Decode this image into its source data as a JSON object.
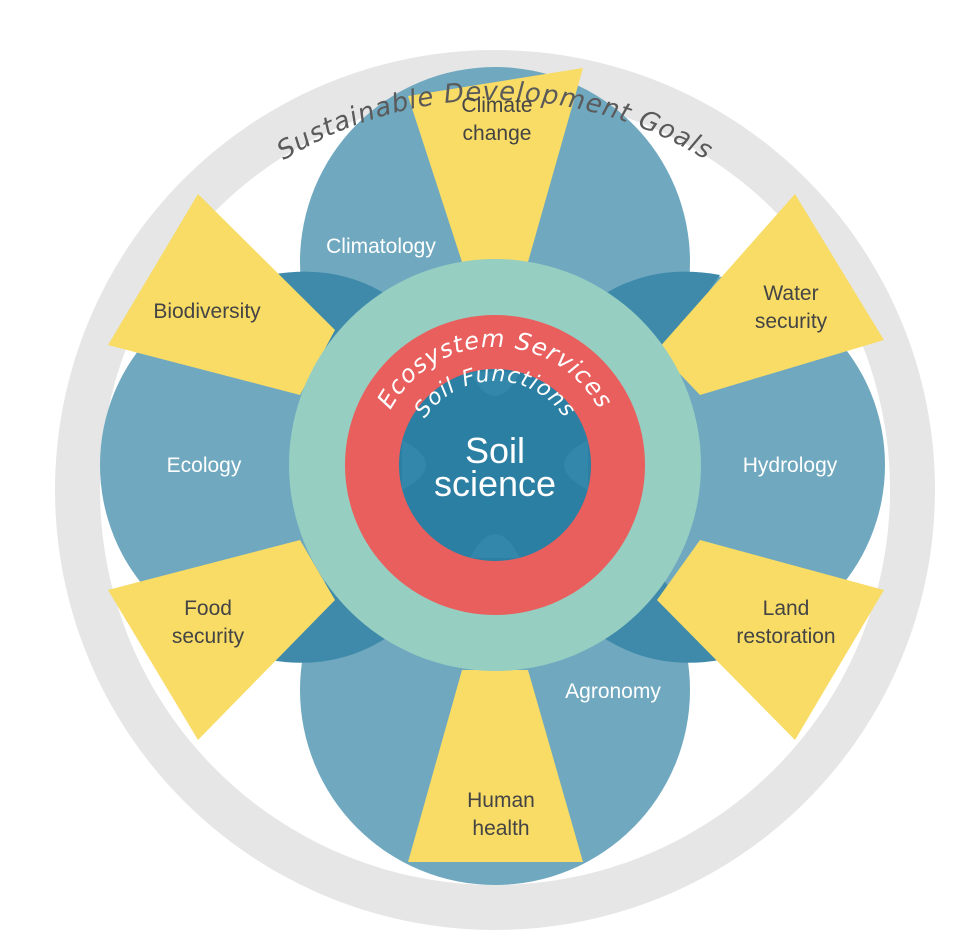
{
  "titles": {
    "outer": "Sustainable Development Goals",
    "middle": "Ecosystem Services",
    "inner": "Soil Functions",
    "center_line1": "Soil",
    "center_line2": "science"
  },
  "disciplines": {
    "climatology": "Climatology",
    "hydrology": "Hydrology",
    "agronomy": "Agronomy",
    "ecology": "Ecology"
  },
  "goals": {
    "climate_change": [
      "Climate",
      "change"
    ],
    "water_security": [
      "Water",
      "security"
    ],
    "land_restoration": [
      "Land",
      "restoration"
    ],
    "human_health": [
      "Human",
      "health"
    ],
    "food_security": [
      "Food",
      "security"
    ],
    "biodiversity": [
      "Biodiversity"
    ]
  },
  "colors": {
    "outer_ring": "#e6e6e6",
    "petal": "#6fa8bf",
    "petal_overlap": "#3f8aaa",
    "goal_wedge": "#f8dc66",
    "ecosystem_ring": "#96cec2",
    "soil_functions_ring": "#e95f5d",
    "core": "#2b7fa3",
    "core_highlight": "#3a8eb0",
    "dark_text": "#444444",
    "light_text": "#ffffff"
  }
}
